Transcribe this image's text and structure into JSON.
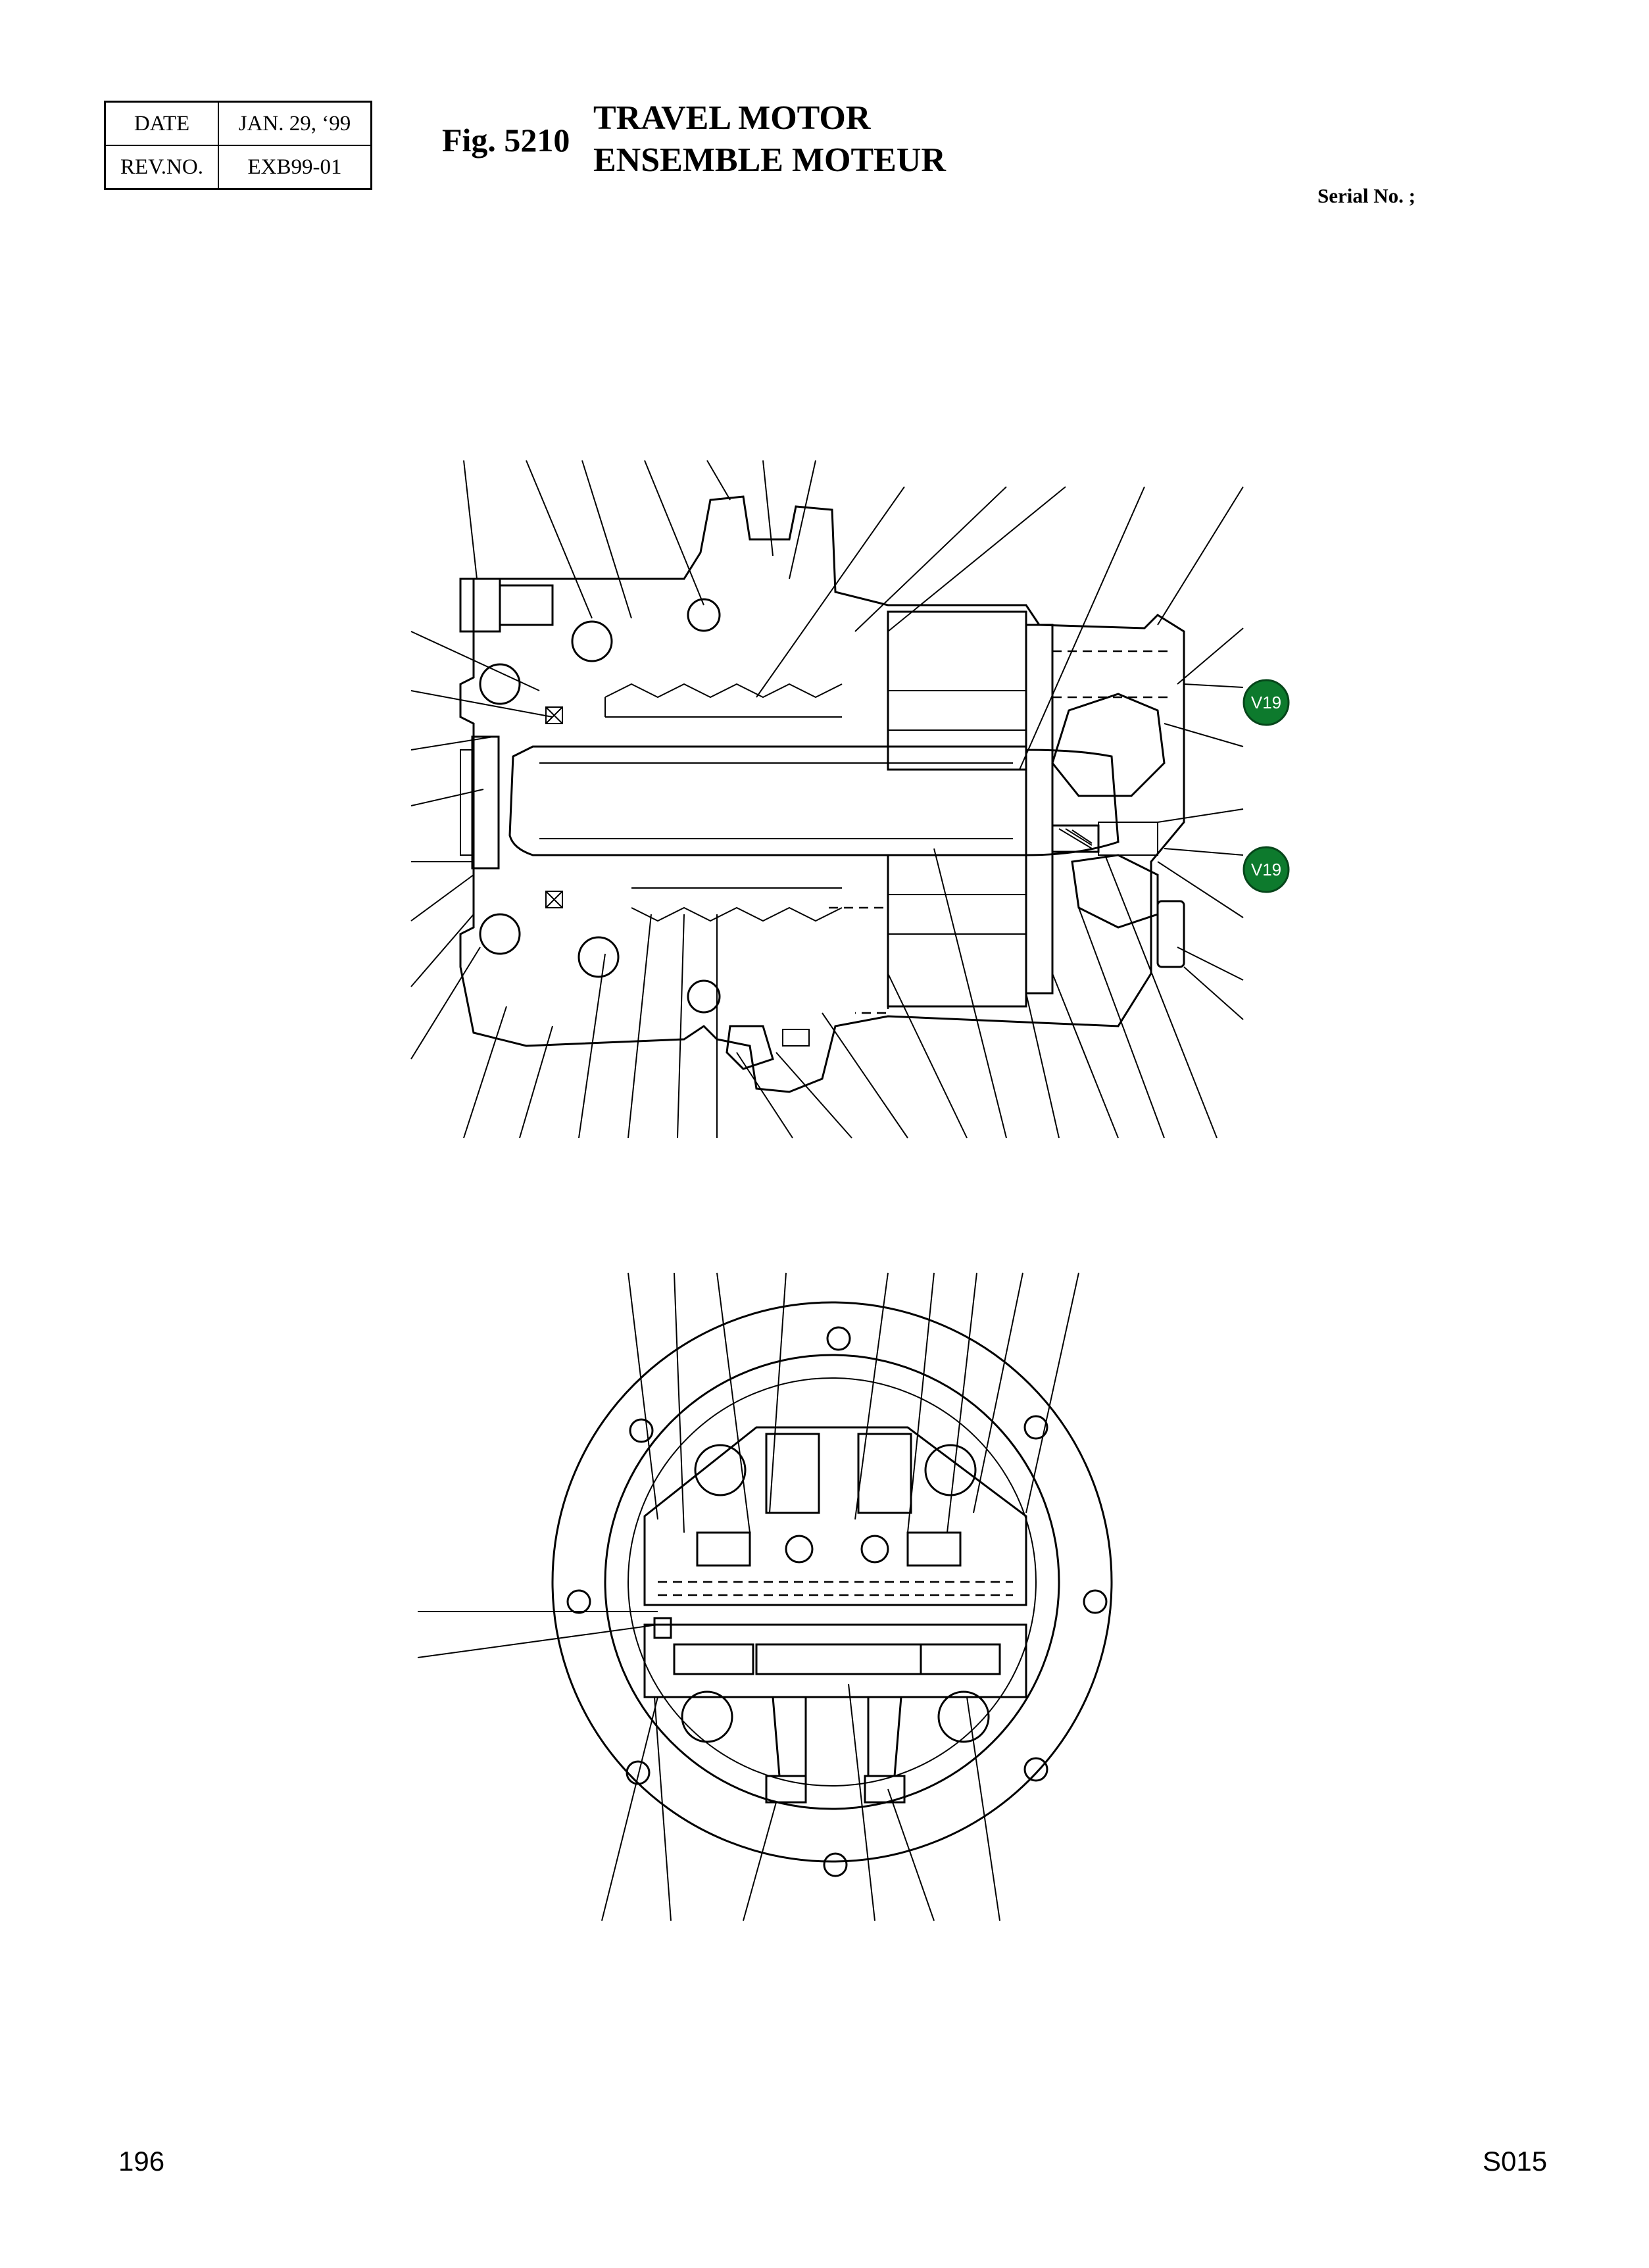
{
  "header": {
    "date_label": "DATE",
    "date_value": "JAN. 29, ‘99",
    "rev_label": "REV.NO.",
    "rev_value": "EXB99-01",
    "fig_number": "Fig. 5210",
    "title_en": "TRAVEL MOTOR",
    "title_fr": "ENSEMBLE MOTEUR",
    "serial_label": "Serial No. ;"
  },
  "callouts": [
    {
      "label": "V19"
    },
    {
      "label": "V19"
    }
  ],
  "footer": {
    "page_number": "196",
    "code": "S015"
  }
}
